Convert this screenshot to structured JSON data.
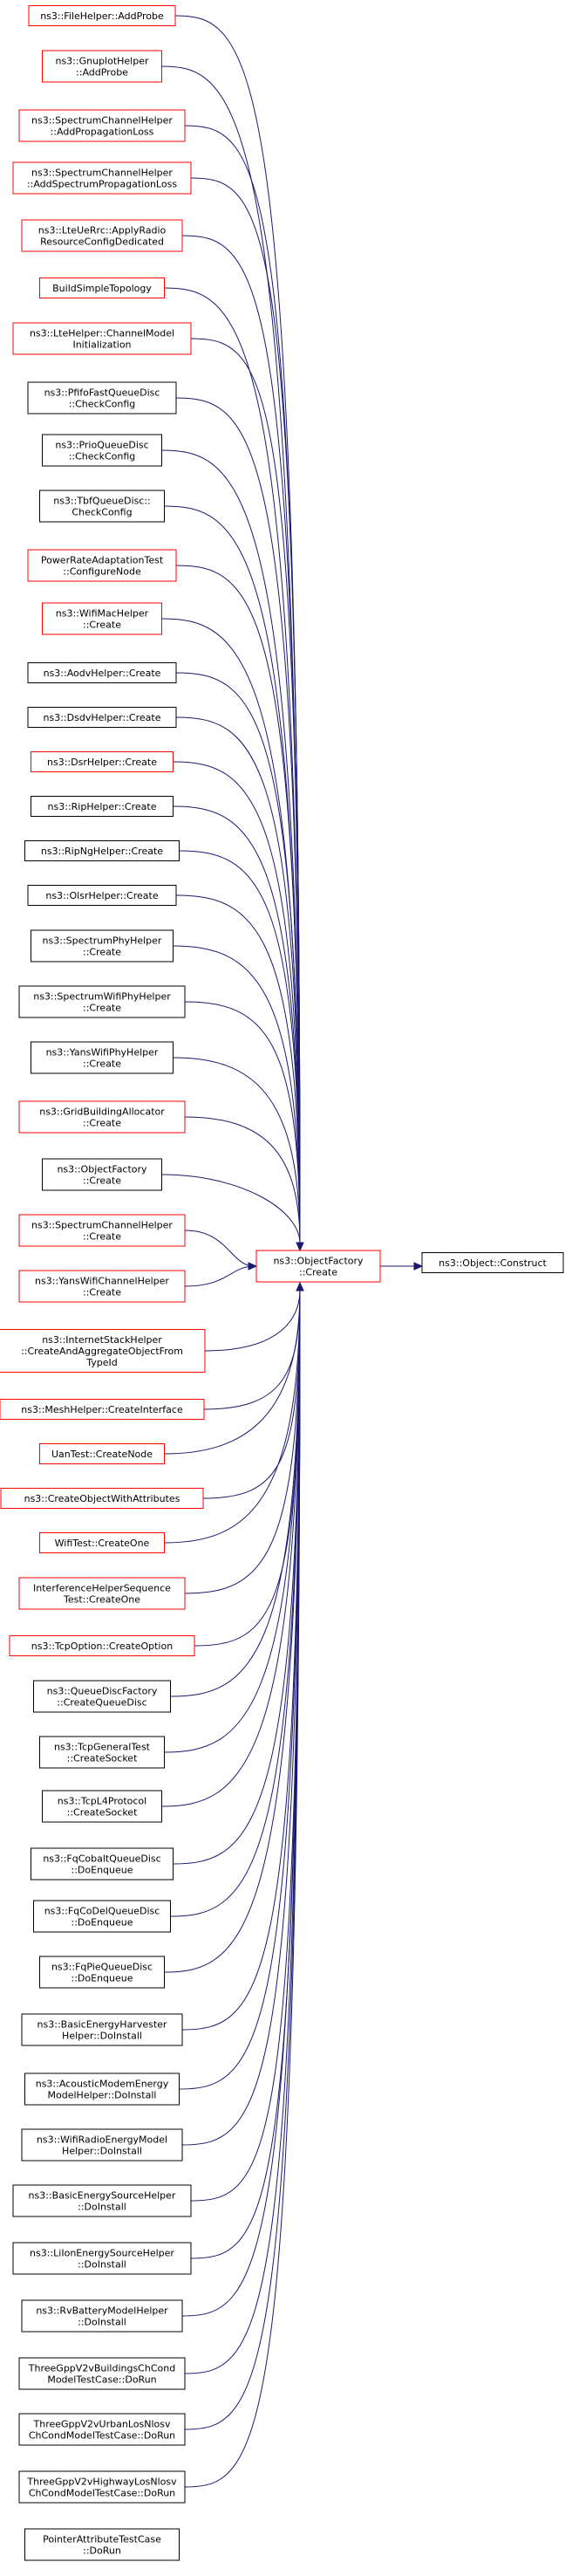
{
  "diagram": {
    "target": {
      "label": [
        "ns3::Object::Construct"
      ]
    },
    "center": {
      "label": [
        "ns3::ObjectFactory",
        "::Create"
      ]
    },
    "colors": {
      "red_border": "#ff0000",
      "black_border": "#000000",
      "target_fill": "#bfbfbf",
      "edge": "#191970"
    },
    "callers": [
      {
        "label": [
          "ns3::FileHelper::AddProbe"
        ],
        "border": "red"
      },
      {
        "label": [
          "ns3::GnuplotHelper",
          "::AddProbe"
        ],
        "border": "red"
      },
      {
        "label": [
          "ns3::SpectrumChannelHelper",
          "::AddPropagationLoss"
        ],
        "border": "red"
      },
      {
        "label": [
          "ns3::SpectrumChannelHelper",
          "::AddSpectrumPropagationLoss"
        ],
        "border": "red"
      },
      {
        "label": [
          "ns3::LteUeRrc::ApplyRadio",
          "ResourceConfigDedicated"
        ],
        "border": "red"
      },
      {
        "label": [
          "BuildSimpleTopology"
        ],
        "border": "red"
      },
      {
        "label": [
          "ns3::LteHelper::ChannelModel",
          "Initialization"
        ],
        "border": "red"
      },
      {
        "label": [
          "ns3::PfifoFastQueueDisc",
          "::CheckConfig"
        ],
        "border": "black"
      },
      {
        "label": [
          "ns3::PrioQueueDisc",
          "::CheckConfig"
        ],
        "border": "black"
      },
      {
        "label": [
          "ns3::TbfQueueDisc::",
          "CheckConfig"
        ],
        "border": "black"
      },
      {
        "label": [
          "PowerRateAdaptationTest",
          "::ConfigureNode"
        ],
        "border": "red"
      },
      {
        "label": [
          "ns3::WifiMacHelper",
          "::Create"
        ],
        "border": "red"
      },
      {
        "label": [
          "ns3::AodvHelper::Create"
        ],
        "border": "black"
      },
      {
        "label": [
          "ns3::DsdvHelper::Create"
        ],
        "border": "black"
      },
      {
        "label": [
          "ns3::DsrHelper::Create"
        ],
        "border": "red"
      },
      {
        "label": [
          "ns3::RipHelper::Create"
        ],
        "border": "black"
      },
      {
        "label": [
          "ns3::RipNgHelper::Create"
        ],
        "border": "black"
      },
      {
        "label": [
          "ns3::OlsrHelper::Create"
        ],
        "border": "black"
      },
      {
        "label": [
          "ns3::SpectrumPhyHelper",
          "::Create"
        ],
        "border": "black"
      },
      {
        "label": [
          "ns3::SpectrumWifiPhyHelper",
          "::Create"
        ],
        "border": "black"
      },
      {
        "label": [
          "ns3::YansWifiPhyHelper",
          "::Create"
        ],
        "border": "black"
      },
      {
        "label": [
          "ns3::GridBuildingAllocator",
          "::Create"
        ],
        "border": "red"
      },
      {
        "label": [
          "ns3::ObjectFactory",
          "::Create"
        ],
        "border": "black"
      },
      {
        "label": [
          "ns3::SpectrumChannelHelper",
          "::Create"
        ],
        "border": "red"
      },
      {
        "label": [
          "ns3::YansWifiChannelHelper",
          "::Create"
        ],
        "border": "red"
      },
      {
        "label": [
          "ns3::InternetStackHelper",
          "::CreateAndAggregateObjectFrom",
          "TypeId"
        ],
        "border": "red"
      },
      {
        "label": [
          "ns3::MeshHelper::CreateInterface"
        ],
        "border": "red"
      },
      {
        "label": [
          "UanTest::CreateNode"
        ],
        "border": "red"
      },
      {
        "label": [
          "ns3::CreateObjectWithAttributes"
        ],
        "border": "red"
      },
      {
        "label": [
          "WifiTest::CreateOne"
        ],
        "border": "red"
      },
      {
        "label": [
          "InterferenceHelperSequence",
          "Test::CreateOne"
        ],
        "border": "red"
      },
      {
        "label": [
          "ns3::TcpOption::CreateOption"
        ],
        "border": "red"
      },
      {
        "label": [
          "ns3::QueueDiscFactory",
          "::CreateQueueDisc"
        ],
        "border": "black"
      },
      {
        "label": [
          "ns3::TcpGeneralTest",
          "::CreateSocket"
        ],
        "border": "black"
      },
      {
        "label": [
          "ns3::TcpL4Protocol",
          "::CreateSocket"
        ],
        "border": "black"
      },
      {
        "label": [
          "ns3::FqCobaltQueueDisc",
          "::DoEnqueue"
        ],
        "border": "black"
      },
      {
        "label": [
          "ns3::FqCoDelQueueDisc",
          "::DoEnqueue"
        ],
        "border": "black"
      },
      {
        "label": [
          "ns3::FqPieQueueDisc",
          "::DoEnqueue"
        ],
        "border": "black"
      },
      {
        "label": [
          "ns3::BasicEnergyHarvester",
          "Helper::DoInstall"
        ],
        "border": "black"
      },
      {
        "label": [
          "ns3::AcousticModemEnergy",
          "ModelHelper::DoInstall"
        ],
        "border": "black"
      },
      {
        "label": [
          "ns3::WifiRadioEnergyModel",
          "Helper::DoInstall"
        ],
        "border": "black"
      },
      {
        "label": [
          "ns3::BasicEnergySourceHelper",
          "::DoInstall"
        ],
        "border": "black"
      },
      {
        "label": [
          "ns3::LiIonEnergySourceHelper",
          "::DoInstall"
        ],
        "border": "black"
      },
      {
        "label": [
          "ns3::RvBatteryModelHelper",
          "::DoInstall"
        ],
        "border": "black"
      },
      {
        "label": [
          "ThreeGppV2vBuildingsChCond",
          "ModelTestCase::DoRun"
        ],
        "border": "black"
      },
      {
        "label": [
          "ThreeGppV2vUrbanLosNlosv",
          "ChCondModelTestCase::DoRun"
        ],
        "border": "black"
      },
      {
        "label": [
          "ThreeGppV2vHighwayLosNlosv",
          "ChCondModelTestCase::DoRun"
        ],
        "border": "black"
      }
    ],
    "tail": {
      "label": [
        "PointerAttributeTestCase",
        "::DoRun"
      ],
      "border": "black"
    }
  }
}
